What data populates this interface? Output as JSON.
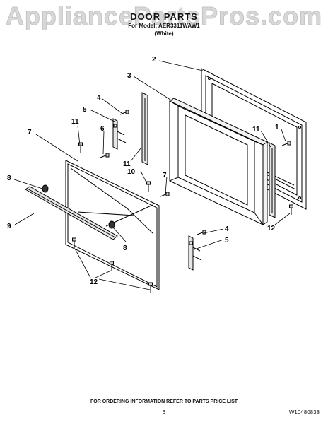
{
  "watermark": "AppliancePartsPros.com",
  "header": {
    "title": "DOOR PARTS",
    "model_line": "For Model: AER3311WAW1",
    "color": "(White)"
  },
  "callouts": {
    "c1": "1",
    "c2": "2",
    "c3": "3",
    "c4a": "4",
    "c4b": "4",
    "c5a": "5",
    "c5b": "5",
    "c6": "6",
    "c7a": "7",
    "c7b": "7",
    "c8a": "8",
    "c8b": "8",
    "c9": "9",
    "c10": "10",
    "c11a": "11",
    "c11b": "11",
    "c11c": "11",
    "c12a": "12",
    "c12b": "12"
  },
  "footer": {
    "ordering_note": "FOR ORDERING INFORMATION REFER TO PARTS PRICE LIST",
    "page_number": "6",
    "document_number": "W10480838"
  },
  "colors": {
    "line": "#000000",
    "watermark": "#d8d8d8"
  }
}
